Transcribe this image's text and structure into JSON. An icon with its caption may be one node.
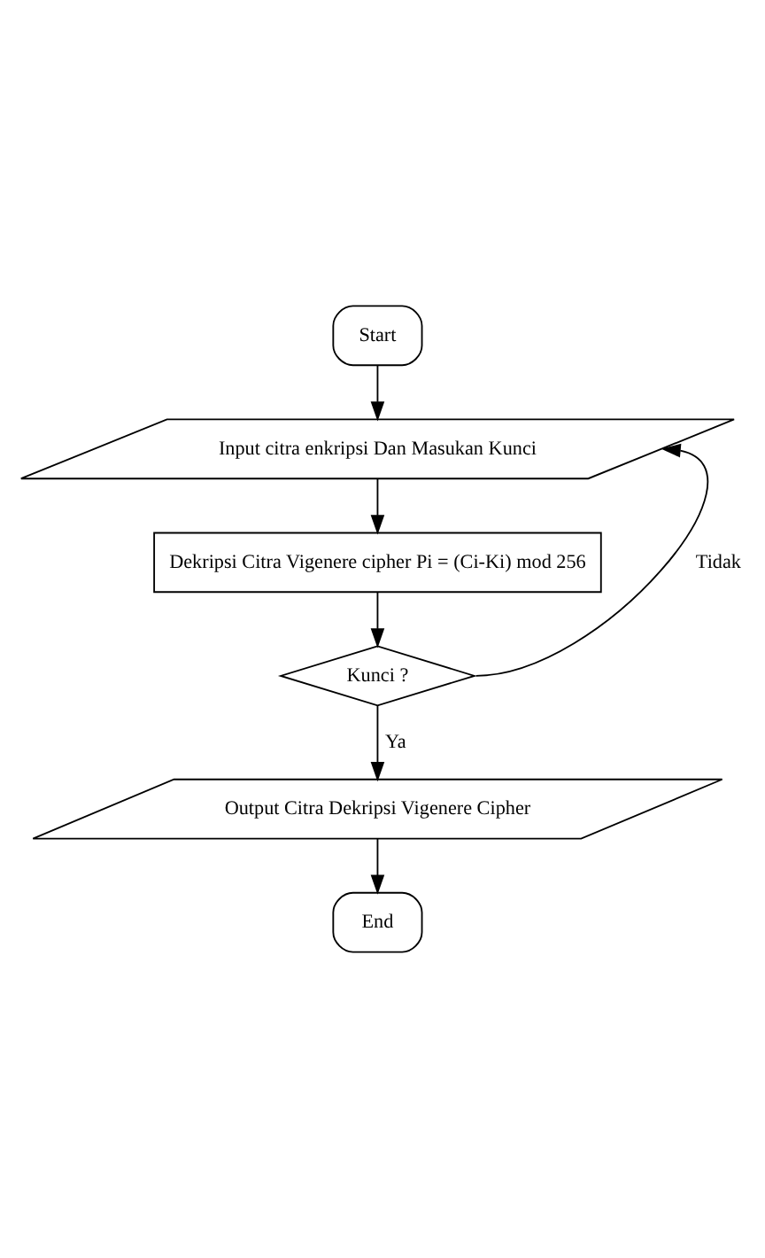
{
  "diagram": {
    "nodes": [
      {
        "text": [
          "Start"
        ]
      },
      {
        "text": [
          "Input citra enkripsi Dan Masukan Kunci"
        ]
      },
      {
        "text": [
          "Dekripsi Citra Vigenere cipher Pi = (Ci-Ki) mod 256"
        ]
      },
      {
        "text": [
          "Kunci ?"
        ]
      },
      {
        "text": [
          "Output Citra Dekripsi Vigenere Cipher"
        ]
      },
      {
        "text": [
          "End"
        ]
      }
    ],
    "edges": [
      {
        "from": 0,
        "to": 1,
        "arrow": "to"
      },
      {
        "from": 1,
        "to": 2,
        "arrow": "to"
      },
      {
        "from": 2,
        "to": 3,
        "arrow": "to"
      },
      {
        "from": 3,
        "to": 4,
        "label": "Ya",
        "arrow": "to"
      },
      {
        "from": 3,
        "to": 1,
        "label": "Tidak",
        "arrow": "to"
      },
      {
        "from": 4,
        "to": 5,
        "arrow": "to"
      }
    ]
  }
}
